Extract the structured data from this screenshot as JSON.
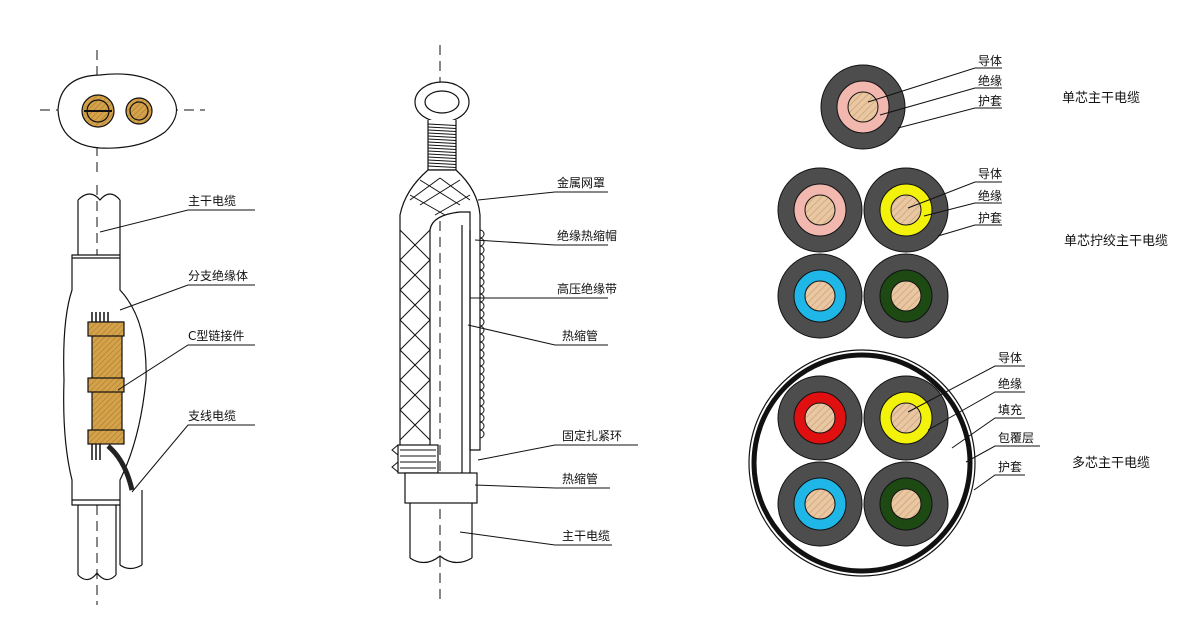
{
  "colors": {
    "line": "#111111",
    "sheath": "#4d4d4d",
    "copper": "#e8c7a2",
    "brass": "#d4a24a",
    "insul_pink": "#f2b8b0",
    "insul_yellow": "#f2f20a",
    "insul_cyan": "#1fb6e8",
    "insul_green": "#1d4a12",
    "insul_red": "#e01010"
  },
  "fig1": {
    "labels": [
      "主干电缆",
      "分支绝缘体",
      "C型链接件",
      "支线电缆"
    ]
  },
  "fig2": {
    "labels": [
      "金属网罩",
      "绝缘热缩帽",
      "高压绝缘带",
      "热缩管",
      "固定扎紧环",
      "热缩管",
      "主干电缆"
    ]
  },
  "fig3": {
    "single": {
      "parts": [
        "导体",
        "绝缘",
        "护套"
      ],
      "title": "单芯主干电缆"
    },
    "twisted": {
      "parts": [
        "导体",
        "绝缘",
        "护套"
      ],
      "title": "单芯拧绞主干电缆"
    },
    "multi": {
      "parts": [
        "导体",
        "绝缘",
        "填充",
        "包覆层",
        "护套"
      ],
      "title": "多芯主干电缆"
    }
  }
}
